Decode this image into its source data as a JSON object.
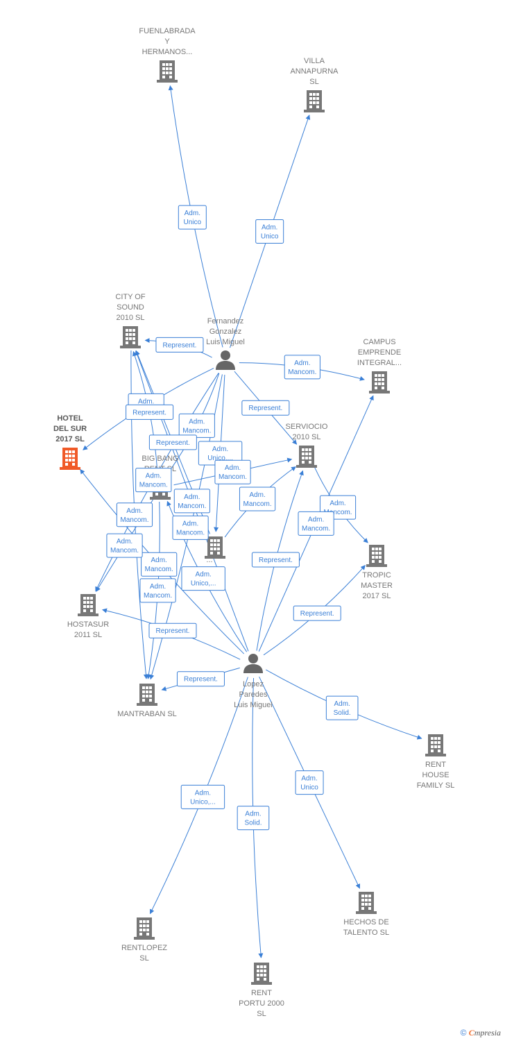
{
  "colors": {
    "edge": "#3a7fd6",
    "building": "#777777",
    "main_building": "#f05a28",
    "person": "#666666"
  },
  "nodes": [
    {
      "id": "fuenlabrada",
      "kind": "company",
      "lines": [
        "FUENLABRADA",
        "Y",
        "HERMANOS..."
      ]
    },
    {
      "id": "villa",
      "kind": "company",
      "lines": [
        "VILLA",
        "ANNAPURNA",
        "SL"
      ]
    },
    {
      "id": "cityofsound",
      "kind": "company",
      "lines": [
        "CITY OF",
        "SOUND",
        "2010 SL"
      ]
    },
    {
      "id": "fernandez",
      "kind": "person",
      "lines": [
        "Fernandez",
        "Gonzalez",
        "Luis Miguel"
      ]
    },
    {
      "id": "campus",
      "kind": "company",
      "lines": [
        "CAMPUS",
        "EMPRENDE",
        "INTEGRAL..."
      ]
    },
    {
      "id": "hoteldelsur",
      "kind": "main",
      "lines": [
        "HOTEL",
        "DEL SUR",
        "2017  SL"
      ]
    },
    {
      "id": "serviocio",
      "kind": "company",
      "lines": [
        "SERVIOCIO",
        "2010 SL"
      ]
    },
    {
      "id": "bigbang",
      "kind": "company",
      "lines": [
        "BIG BANG",
        "RENT  SL"
      ]
    },
    {
      "id": "midsl",
      "kind": "company",
      "lines": [
        "...",
        "SL"
      ]
    },
    {
      "id": "tropic",
      "kind": "company",
      "lines": [
        "TROPIC",
        "MASTER",
        "2017  SL"
      ]
    },
    {
      "id": "hostasur",
      "kind": "company",
      "lines": [
        "HOSTASUR",
        "2011 SL"
      ]
    },
    {
      "id": "lopez",
      "kind": "person",
      "lines": [
        "Lopez",
        "Paredes",
        "Luis Miguel"
      ]
    },
    {
      "id": "mantraban",
      "kind": "company",
      "lines": [
        "MANTRABAN SL"
      ]
    },
    {
      "id": "renthouse",
      "kind": "company",
      "lines": [
        "RENT",
        "HOUSE",
        "FAMILY SL"
      ]
    },
    {
      "id": "rentlopez",
      "kind": "company",
      "lines": [
        "RENTLOPEZ",
        "SL"
      ]
    },
    {
      "id": "hechos",
      "kind": "company",
      "lines": [
        "HECHOS DE",
        "TALENTO  SL"
      ]
    },
    {
      "id": "rentportu",
      "kind": "company",
      "lines": [
        "RENT",
        "PORTU 2000",
        "SL"
      ]
    }
  ],
  "edges": [
    {
      "from": "fernandez",
      "to": "fuenlabrada",
      "label": [
        "Adm.",
        "Unico"
      ]
    },
    {
      "from": "fernandez",
      "to": "villa",
      "label": [
        "Adm.",
        "Unico"
      ]
    },
    {
      "from": "fernandez",
      "to": "cityofsound",
      "label": [
        "Represent."
      ]
    },
    {
      "from": "fernandez",
      "to": "campus",
      "label": [
        "Adm.",
        "Mancom."
      ]
    },
    {
      "from": "fernandez",
      "to": "serviocio",
      "label": [
        "Represent."
      ]
    },
    {
      "from": "fernandez",
      "to": "hoteldelsur",
      "label": [
        "Adm.",
        "Mancom."
      ]
    },
    {
      "from": "fernandez",
      "to": "bigbang",
      "label": [
        "Adm.",
        "Mancom."
      ]
    },
    {
      "from": "fernandez",
      "to": "midsl",
      "label": [
        "Adm.",
        "Unico,..."
      ]
    },
    {
      "from": "fernandez",
      "to": "hostasur",
      "label": [
        "Adm.",
        "Mancom."
      ]
    },
    {
      "from": "fernandez",
      "to": "mantraban",
      "label": [
        "Adm.",
        "Mancom."
      ]
    },
    {
      "from": "bigbang",
      "to": "serviocio",
      "label": [
        "Adm.",
        "Mancom."
      ]
    },
    {
      "from": "bigbang",
      "to": "cityofsound",
      "label": [
        "Represent."
      ]
    },
    {
      "from": "midsl",
      "to": "serviocio",
      "label": [
        "Adm.",
        "Mancom."
      ]
    },
    {
      "from": "midsl",
      "to": "cityofsound",
      "label": [
        "Represent."
      ]
    },
    {
      "from": "serviocio",
      "to": "tropic",
      "label": [
        "Adm.",
        "Mancom."
      ]
    },
    {
      "from": "lopez",
      "to": "serviocio",
      "label": [
        "Represent."
      ]
    },
    {
      "from": "lopez",
      "to": "campus",
      "label": [
        "Adm.",
        "Mancom."
      ]
    },
    {
      "from": "lopez",
      "to": "tropic",
      "label": [
        "Represent."
      ]
    },
    {
      "from": "lopez",
      "to": "hoteldelsur",
      "label": [
        "Adm.",
        "Mancom."
      ]
    },
    {
      "from": "lopez",
      "to": "cityofsound",
      "label": [
        "Adm.",
        "Mancom."
      ]
    },
    {
      "from": "lopez",
      "to": "hostasur",
      "label": [
        "Represent."
      ]
    },
    {
      "from": "lopez",
      "to": "bigbang",
      "label": [
        "Adm.",
        "Unico,..."
      ]
    },
    {
      "from": "lopez",
      "to": "mantraban",
      "label": [
        "Represent."
      ]
    },
    {
      "from": "lopez",
      "to": "renthouse",
      "label": [
        "Adm.",
        "Solid."
      ]
    },
    {
      "from": "lopez",
      "to": "rentlopez",
      "label": [
        "Adm.",
        "Unico,..."
      ]
    },
    {
      "from": "lopez",
      "to": "hechos",
      "label": [
        "Adm.",
        "Unico"
      ]
    },
    {
      "from": "lopez",
      "to": "rentportu",
      "label": [
        "Adm.",
        "Solid."
      ]
    },
    {
      "from": "bigbang",
      "to": "mantraban",
      "label": [
        "Adm.",
        "Mancom."
      ]
    },
    {
      "from": "bigbang",
      "to": "hostasur",
      "label": [
        "Adm.",
        "Mancom."
      ]
    },
    {
      "from": "cityofsound",
      "to": "mantraban",
      "label": [
        "Adm.",
        "Mancom."
      ]
    }
  ],
  "footer": {
    "copyright": "©",
    "brand_e": "C",
    "brand_rest": "mpresia"
  }
}
